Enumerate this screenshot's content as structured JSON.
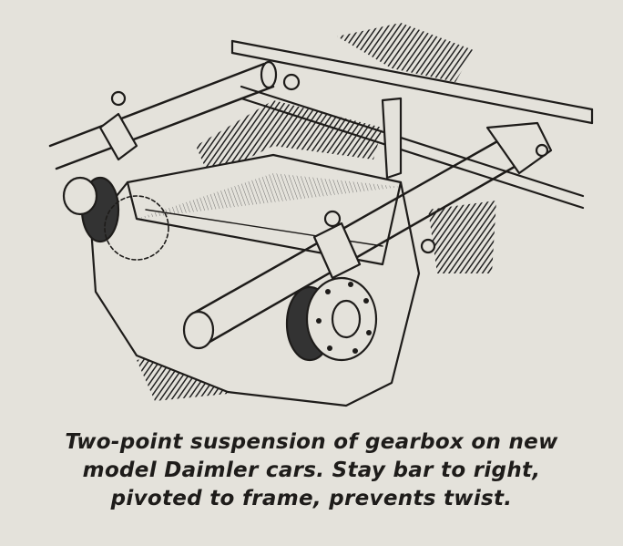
{
  "figure": {
    "subject": "gearbox-suspension-illustration",
    "caption_lines": [
      "Two-point suspension of gearbox on new",
      "model Daimler cars.  Stay bar to right,",
      "pivoted to frame, prevents twist."
    ]
  },
  "colors": {
    "paper": "#e4e2db",
    "ink": "#1e1c1a"
  }
}
